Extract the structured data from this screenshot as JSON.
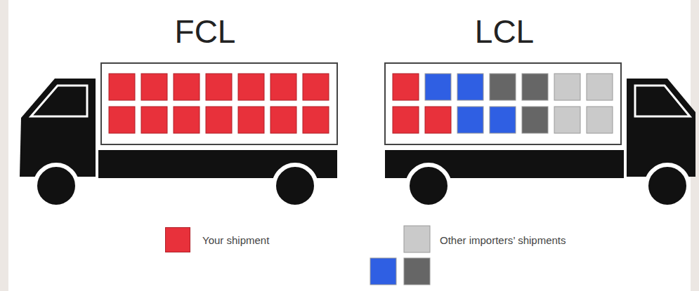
{
  "diagram": {
    "labels": [
      "FCL",
      "LCL"
    ],
    "legend": [
      {
        "text": "Your shipment",
        "color": "#e8313b"
      },
      {
        "text": "Other importers’ shipments"
      }
    ]
  }
}
